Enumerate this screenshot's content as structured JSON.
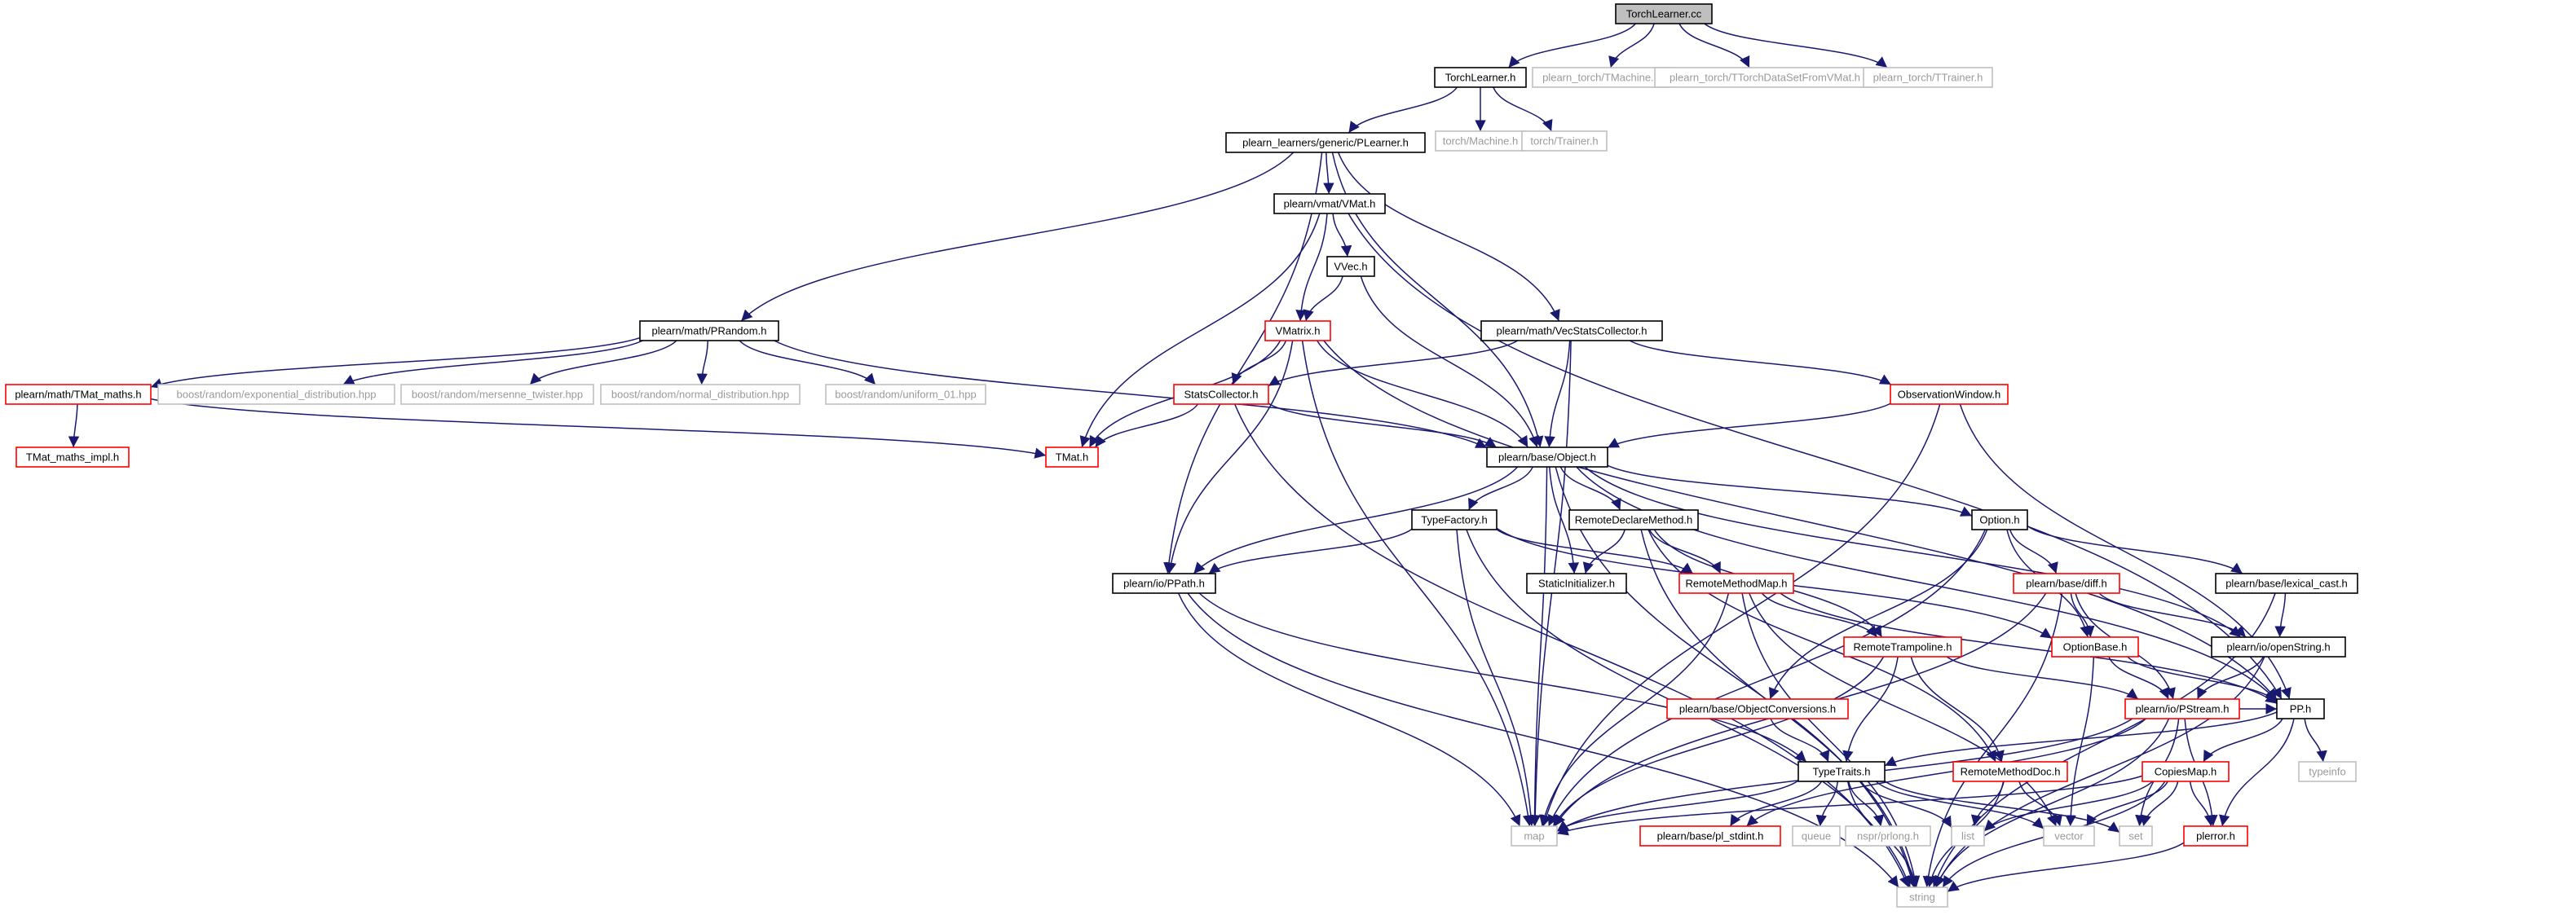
{
  "colors": {
    "background": "#ffffff",
    "edge": "#191970",
    "text_dark": "#000000",
    "text_light": "#9a9a9a",
    "border_black": "#000000",
    "border_red": "#ff0000",
    "border_gray": "#bfbfbf",
    "root_fill": "#bfbfbf"
  },
  "nodes": [
    {
      "id": "torchlearner_cc",
      "label": "TorchLearner.cc",
      "style": "root"
    },
    {
      "id": "torchlearner_h",
      "label": "TorchLearner.h",
      "style": "black"
    },
    {
      "id": "tmachine",
      "label": "plearn_torch/TMachine.h",
      "style": "gray"
    },
    {
      "id": "ttorchds",
      "label": "plearn_torch/TTorchDataSetFromVMat.h",
      "style": "gray"
    },
    {
      "id": "ttrainer",
      "label": "plearn_torch/TTrainer.h",
      "style": "gray"
    },
    {
      "id": "plearner",
      "label": "plearn_learners/generic/PLearner.h",
      "style": "black"
    },
    {
      "id": "torch_machine",
      "label": "torch/Machine.h",
      "style": "gray"
    },
    {
      "id": "torch_trainer",
      "label": "torch/Trainer.h",
      "style": "gray"
    },
    {
      "id": "vmat",
      "label": "plearn/vmat/VMat.h",
      "style": "black"
    },
    {
      "id": "vvec",
      "label": "VVec.h",
      "style": "black"
    },
    {
      "id": "prandom",
      "label": "plearn/math/PRandom.h",
      "style": "black"
    },
    {
      "id": "vmatrix",
      "label": "VMatrix.h",
      "style": "red"
    },
    {
      "id": "vecstats",
      "label": "plearn/math/VecStatsCollector.h",
      "style": "black"
    },
    {
      "id": "tmat_maths",
      "label": "plearn/math/TMat_maths.h",
      "style": "red"
    },
    {
      "id": "boost_exp",
      "label": "boost/random/exponential_distribution.hpp",
      "style": "gray"
    },
    {
      "id": "boost_mt",
      "label": "boost/random/mersenne_twister.hpp",
      "style": "gray"
    },
    {
      "id": "boost_normal",
      "label": "boost/random/normal_distribution.hpp",
      "style": "gray"
    },
    {
      "id": "boost_uniform",
      "label": "boost/random/uniform_01.hpp",
      "style": "gray"
    },
    {
      "id": "statscollector",
      "label": "StatsCollector.h",
      "style": "red"
    },
    {
      "id": "obswindow",
      "label": "ObservationWindow.h",
      "style": "red"
    },
    {
      "id": "tmat_maths_impl",
      "label": "TMat_maths_impl.h",
      "style": "red"
    },
    {
      "id": "tmat",
      "label": "TMat.h",
      "style": "red"
    },
    {
      "id": "object",
      "label": "plearn/base/Object.h",
      "style": "black"
    },
    {
      "id": "typefactory",
      "label": "TypeFactory.h",
      "style": "black"
    },
    {
      "id": "remotedeclare",
      "label": "RemoteDeclareMethod.h",
      "style": "black"
    },
    {
      "id": "option",
      "label": "Option.h",
      "style": "black"
    },
    {
      "id": "ppath",
      "label": "plearn/io/PPath.h",
      "style": "black"
    },
    {
      "id": "staticinit",
      "label": "StaticInitializer.h",
      "style": "black"
    },
    {
      "id": "remotemethodmap",
      "label": "RemoteMethodMap.h",
      "style": "red"
    },
    {
      "id": "diff",
      "label": "plearn/base/diff.h",
      "style": "red"
    },
    {
      "id": "lexical_cast",
      "label": "plearn/base/lexical_cast.h",
      "style": "black"
    },
    {
      "id": "remotetrampoline",
      "label": "RemoteTrampoline.h",
      "style": "red"
    },
    {
      "id": "optionbase",
      "label": "OptionBase.h",
      "style": "red"
    },
    {
      "id": "openstring",
      "label": "plearn/io/openString.h",
      "style": "black"
    },
    {
      "id": "objconv",
      "label": "plearn/base/ObjectConversions.h",
      "style": "red"
    },
    {
      "id": "pstream",
      "label": "plearn/io/PStream.h",
      "style": "red"
    },
    {
      "id": "pp",
      "label": "PP.h",
      "style": "black"
    },
    {
      "id": "typetraits",
      "label": "TypeTraits.h",
      "style": "black"
    },
    {
      "id": "remotemethoddoc",
      "label": "RemoteMethodDoc.h",
      "style": "red"
    },
    {
      "id": "copiesmap",
      "label": "CopiesMap.h",
      "style": "red"
    },
    {
      "id": "typeinfo",
      "label": "typeinfo",
      "style": "gray"
    },
    {
      "id": "map",
      "label": "map",
      "style": "gray"
    },
    {
      "id": "pl_stdint",
      "label": "plearn/base/pl_stdint.h",
      "style": "red"
    },
    {
      "id": "queue",
      "label": "queue",
      "style": "gray"
    },
    {
      "id": "prlong",
      "label": "nspr/prlong.h",
      "style": "gray"
    },
    {
      "id": "list",
      "label": "list",
      "style": "gray"
    },
    {
      "id": "vector",
      "label": "vector",
      "style": "gray"
    },
    {
      "id": "set",
      "label": "set",
      "style": "gray"
    },
    {
      "id": "plerror",
      "label": "plerror.h",
      "style": "red"
    },
    {
      "id": "string",
      "label": "string",
      "style": "gray"
    }
  ],
  "edges": [
    [
      "torchlearner_cc",
      "torchlearner_h"
    ],
    [
      "torchlearner_cc",
      "tmachine"
    ],
    [
      "torchlearner_cc",
      "ttorchds"
    ],
    [
      "torchlearner_cc",
      "ttrainer"
    ],
    [
      "torchlearner_h",
      "plearner"
    ],
    [
      "torchlearner_h",
      "torch_machine"
    ],
    [
      "torchlearner_h",
      "torch_trainer"
    ],
    [
      "plearner",
      "prandom"
    ],
    [
      "plearner",
      "vmat"
    ],
    [
      "plearner",
      "vecstats"
    ],
    [
      "plearner",
      "ppath"
    ],
    [
      "plearner",
      "object"
    ],
    [
      "vmat",
      "vvec"
    ],
    [
      "vmat",
      "vmatrix"
    ],
    [
      "vmat",
      "tmat"
    ],
    [
      "vmat",
      "pp"
    ],
    [
      "vvec",
      "vmatrix"
    ],
    [
      "vvec",
      "object"
    ],
    [
      "prandom",
      "tmat_maths"
    ],
    [
      "prandom",
      "boost_exp"
    ],
    [
      "prandom",
      "boost_mt"
    ],
    [
      "prandom",
      "boost_normal"
    ],
    [
      "prandom",
      "boost_uniform"
    ],
    [
      "prandom",
      "object"
    ],
    [
      "tmat_maths",
      "tmat_maths_impl"
    ],
    [
      "tmat_maths",
      "tmat"
    ],
    [
      "vmatrix",
      "statscollector"
    ],
    [
      "vmatrix",
      "tmat"
    ],
    [
      "vmatrix",
      "object"
    ],
    [
      "vmatrix",
      "ppath"
    ],
    [
      "vmatrix",
      "map"
    ],
    [
      "vmatrix",
      "pp"
    ],
    [
      "vecstats",
      "statscollector"
    ],
    [
      "vecstats",
      "obswindow"
    ],
    [
      "vecstats",
      "object"
    ],
    [
      "vecstats",
      "map"
    ],
    [
      "statscollector",
      "tmat"
    ],
    [
      "statscollector",
      "object"
    ],
    [
      "statscollector",
      "string"
    ],
    [
      "obswindow",
      "object"
    ],
    [
      "obswindow",
      "map"
    ],
    [
      "obswindow",
      "pp"
    ],
    [
      "object",
      "typefactory"
    ],
    [
      "object",
      "remotedeclare"
    ],
    [
      "object",
      "option"
    ],
    [
      "object",
      "staticinit"
    ],
    [
      "object",
      "ppath"
    ],
    [
      "object",
      "map"
    ],
    [
      "object",
      "string"
    ],
    [
      "object",
      "pp"
    ],
    [
      "object",
      "openstring"
    ],
    [
      "typefactory",
      "ppath"
    ],
    [
      "typefactory",
      "remotemethodmap"
    ],
    [
      "typefactory",
      "map"
    ],
    [
      "typefactory",
      "string"
    ],
    [
      "typefactory",
      "optionbase"
    ],
    [
      "remotedeclare",
      "staticinit"
    ],
    [
      "remotedeclare",
      "remotemethodmap"
    ],
    [
      "remotedeclare",
      "remotetrampoline"
    ],
    [
      "remotedeclare",
      "remotemethoddoc"
    ],
    [
      "remotedeclare",
      "string"
    ],
    [
      "option",
      "diff"
    ],
    [
      "option",
      "lexical_cast"
    ],
    [
      "option",
      "optionbase"
    ],
    [
      "option",
      "objconv"
    ],
    [
      "option",
      "map"
    ],
    [
      "ppath",
      "typetraits"
    ],
    [
      "ppath",
      "map"
    ],
    [
      "ppath",
      "string"
    ],
    [
      "remotemethodmap",
      "remotetrampoline"
    ],
    [
      "remotemethodmap",
      "pp"
    ],
    [
      "remotemethodmap",
      "map"
    ],
    [
      "remotemethodmap",
      "string"
    ],
    [
      "remotemethodmap",
      "vector"
    ],
    [
      "diff",
      "optionbase"
    ],
    [
      "diff",
      "openstring"
    ],
    [
      "diff",
      "pstream"
    ],
    [
      "diff",
      "map"
    ],
    [
      "diff",
      "string"
    ],
    [
      "lexical_cast",
      "openstring"
    ],
    [
      "lexical_cast",
      "string"
    ],
    [
      "remotetrampoline",
      "remotemethoddoc"
    ],
    [
      "remotetrampoline",
      "pstream"
    ],
    [
      "remotetrampoline",
      "typetraits"
    ],
    [
      "remotetrampoline",
      "map"
    ],
    [
      "optionbase",
      "pstream"
    ],
    [
      "optionbase",
      "pp"
    ],
    [
      "optionbase",
      "vector"
    ],
    [
      "openstring",
      "pstream"
    ],
    [
      "openstring",
      "string"
    ],
    [
      "objconv",
      "typetraits"
    ],
    [
      "pstream",
      "pp"
    ],
    [
      "pstream",
      "pl_stdint"
    ],
    [
      "pstream",
      "plerror"
    ],
    [
      "pstream",
      "set"
    ],
    [
      "pstream",
      "map"
    ],
    [
      "pstream",
      "string"
    ],
    [
      "pp",
      "copiesmap"
    ],
    [
      "pp",
      "typeinfo"
    ],
    [
      "pp",
      "plerror"
    ],
    [
      "pp",
      "typetraits"
    ],
    [
      "typetraits",
      "map"
    ],
    [
      "typetraits",
      "pl_stdint"
    ],
    [
      "typetraits",
      "queue"
    ],
    [
      "typetraits",
      "prlong"
    ],
    [
      "typetraits",
      "list"
    ],
    [
      "typetraits",
      "vector"
    ],
    [
      "typetraits",
      "set"
    ],
    [
      "typetraits",
      "string"
    ],
    [
      "remotemethoddoc",
      "list"
    ],
    [
      "remotemethoddoc",
      "vector"
    ],
    [
      "remotemethoddoc",
      "string"
    ],
    [
      "copiesmap",
      "map"
    ],
    [
      "copiesmap",
      "list"
    ],
    [
      "copiesmap",
      "vector"
    ],
    [
      "copiesmap",
      "set"
    ],
    [
      "copiesmap",
      "plerror"
    ],
    [
      "copiesmap",
      "string"
    ],
    [
      "plerror",
      "string"
    ]
  ]
}
